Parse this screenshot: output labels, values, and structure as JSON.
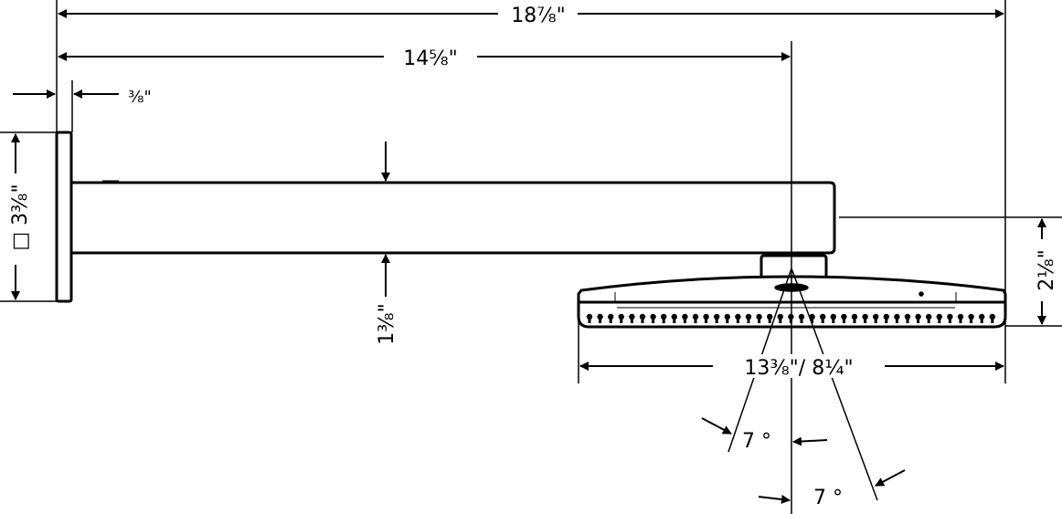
{
  "drawing": {
    "overall_length": "18⅞\"",
    "arm_to_center": "14⅝\"",
    "plate_thickness": "⅜\"",
    "plate_size": "□ 3⅜\"",
    "arm_height": "1⅜\"",
    "head_height": "2⅛\"",
    "head_diameter": "13⅜\"/ 8¼\"",
    "angle_left": "7 °",
    "angle_right": "7 °"
  },
  "colors": {
    "line": "#000000",
    "background": "#ffffff"
  }
}
